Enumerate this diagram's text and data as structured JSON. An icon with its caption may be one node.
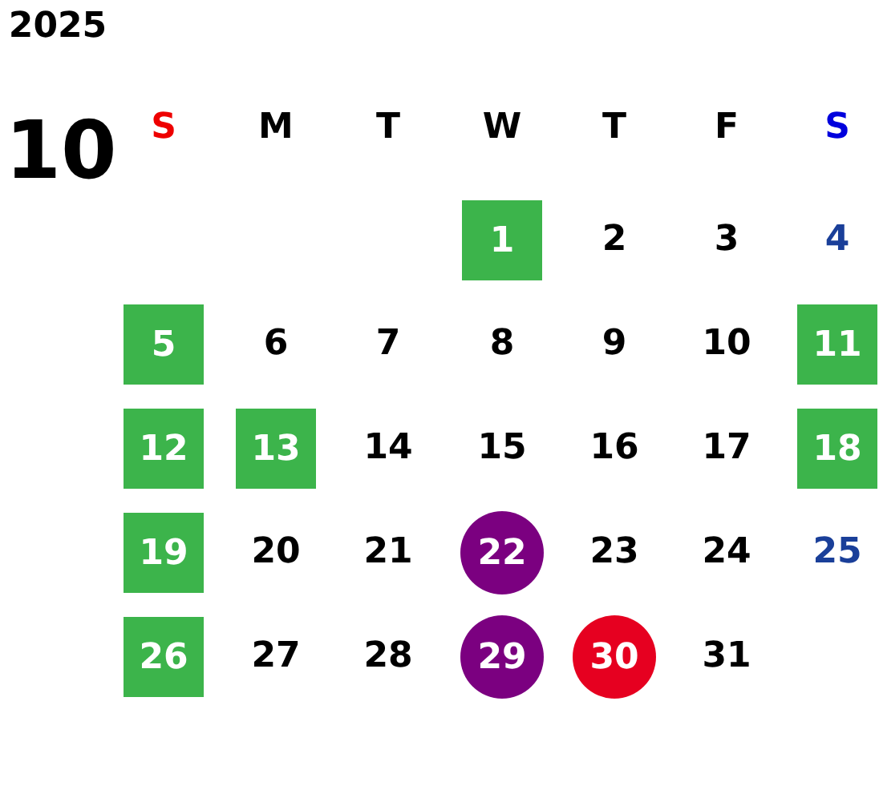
{
  "diagram": {
    "nodes": [
      {
        "text": [
          "1"
        ]
      },
      {
        "text": [
          "5"
        ]
      },
      {
        "text": [
          "11"
        ]
      },
      {
        "text": [
          "12"
        ]
      },
      {
        "text": [
          "13"
        ]
      },
      {
        "text": [
          "18"
        ]
      },
      {
        "text": [
          "19"
        ]
      },
      {
        "text": [
          "22"
        ]
      },
      {
        "text": [
          "26"
        ]
      },
      {
        "text": [
          "29"
        ]
      },
      {
        "text": [
          "30"
        ]
      }
    ],
    "labels": [
      "2025",
      "10",
      "S",
      "M",
      "T",
      "W",
      "T",
      "F",
      "S",
      "2",
      "3",
      "4",
      "6",
      "7",
      "8",
      "9",
      "10",
      "14",
      "15",
      "16",
      "17",
      "20",
      "21",
      "23",
      "24",
      "25",
      "27",
      "28",
      "31"
    ]
  }
}
